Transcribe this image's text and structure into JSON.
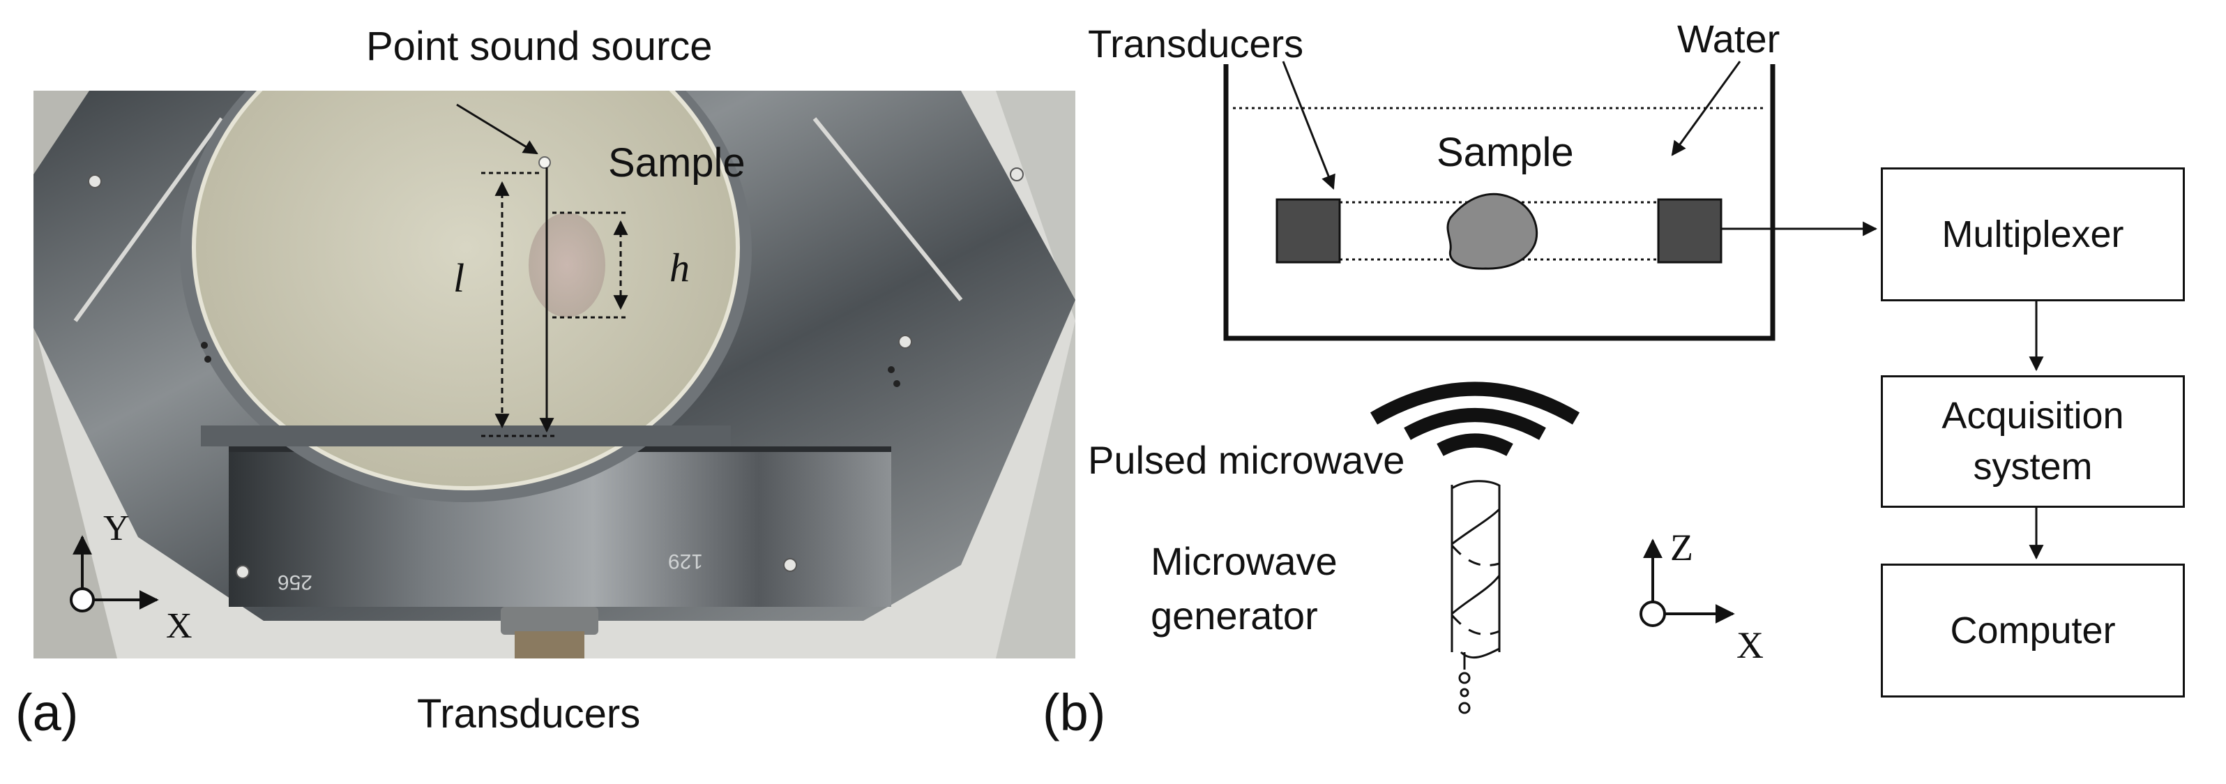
{
  "panel_a": {
    "tag": "(a)",
    "labels": {
      "point_source": "Point sound source",
      "sample": "Sample",
      "transducers": "Transducers",
      "l": "l",
      "h": "h",
      "axis_y": "Y",
      "axis_x": "X"
    },
    "plate_marks": {
      "left": "256",
      "right": "129"
    }
  },
  "panel_b": {
    "tag": "(b)",
    "labels": {
      "transducers": "Transducers",
      "water": "Water",
      "sample": "Sample",
      "pulsed_microwave": "Pulsed microwave",
      "generator_line1": "Microwave",
      "generator_line2": "generator",
      "axis_z": "Z",
      "axis_x": "X"
    },
    "blocks": {
      "multiplexer": "Multiplexer",
      "acquisition_line1": "Acquisition",
      "acquisition_line2": "system",
      "computer": "Computer"
    }
  },
  "colors": {
    "line": "#111111",
    "transducer_fill": "#4a4a4a",
    "sample_fill": "#8a8a8a",
    "photo_metal": "#5a5f63",
    "photo_water": "#cfccb8"
  }
}
